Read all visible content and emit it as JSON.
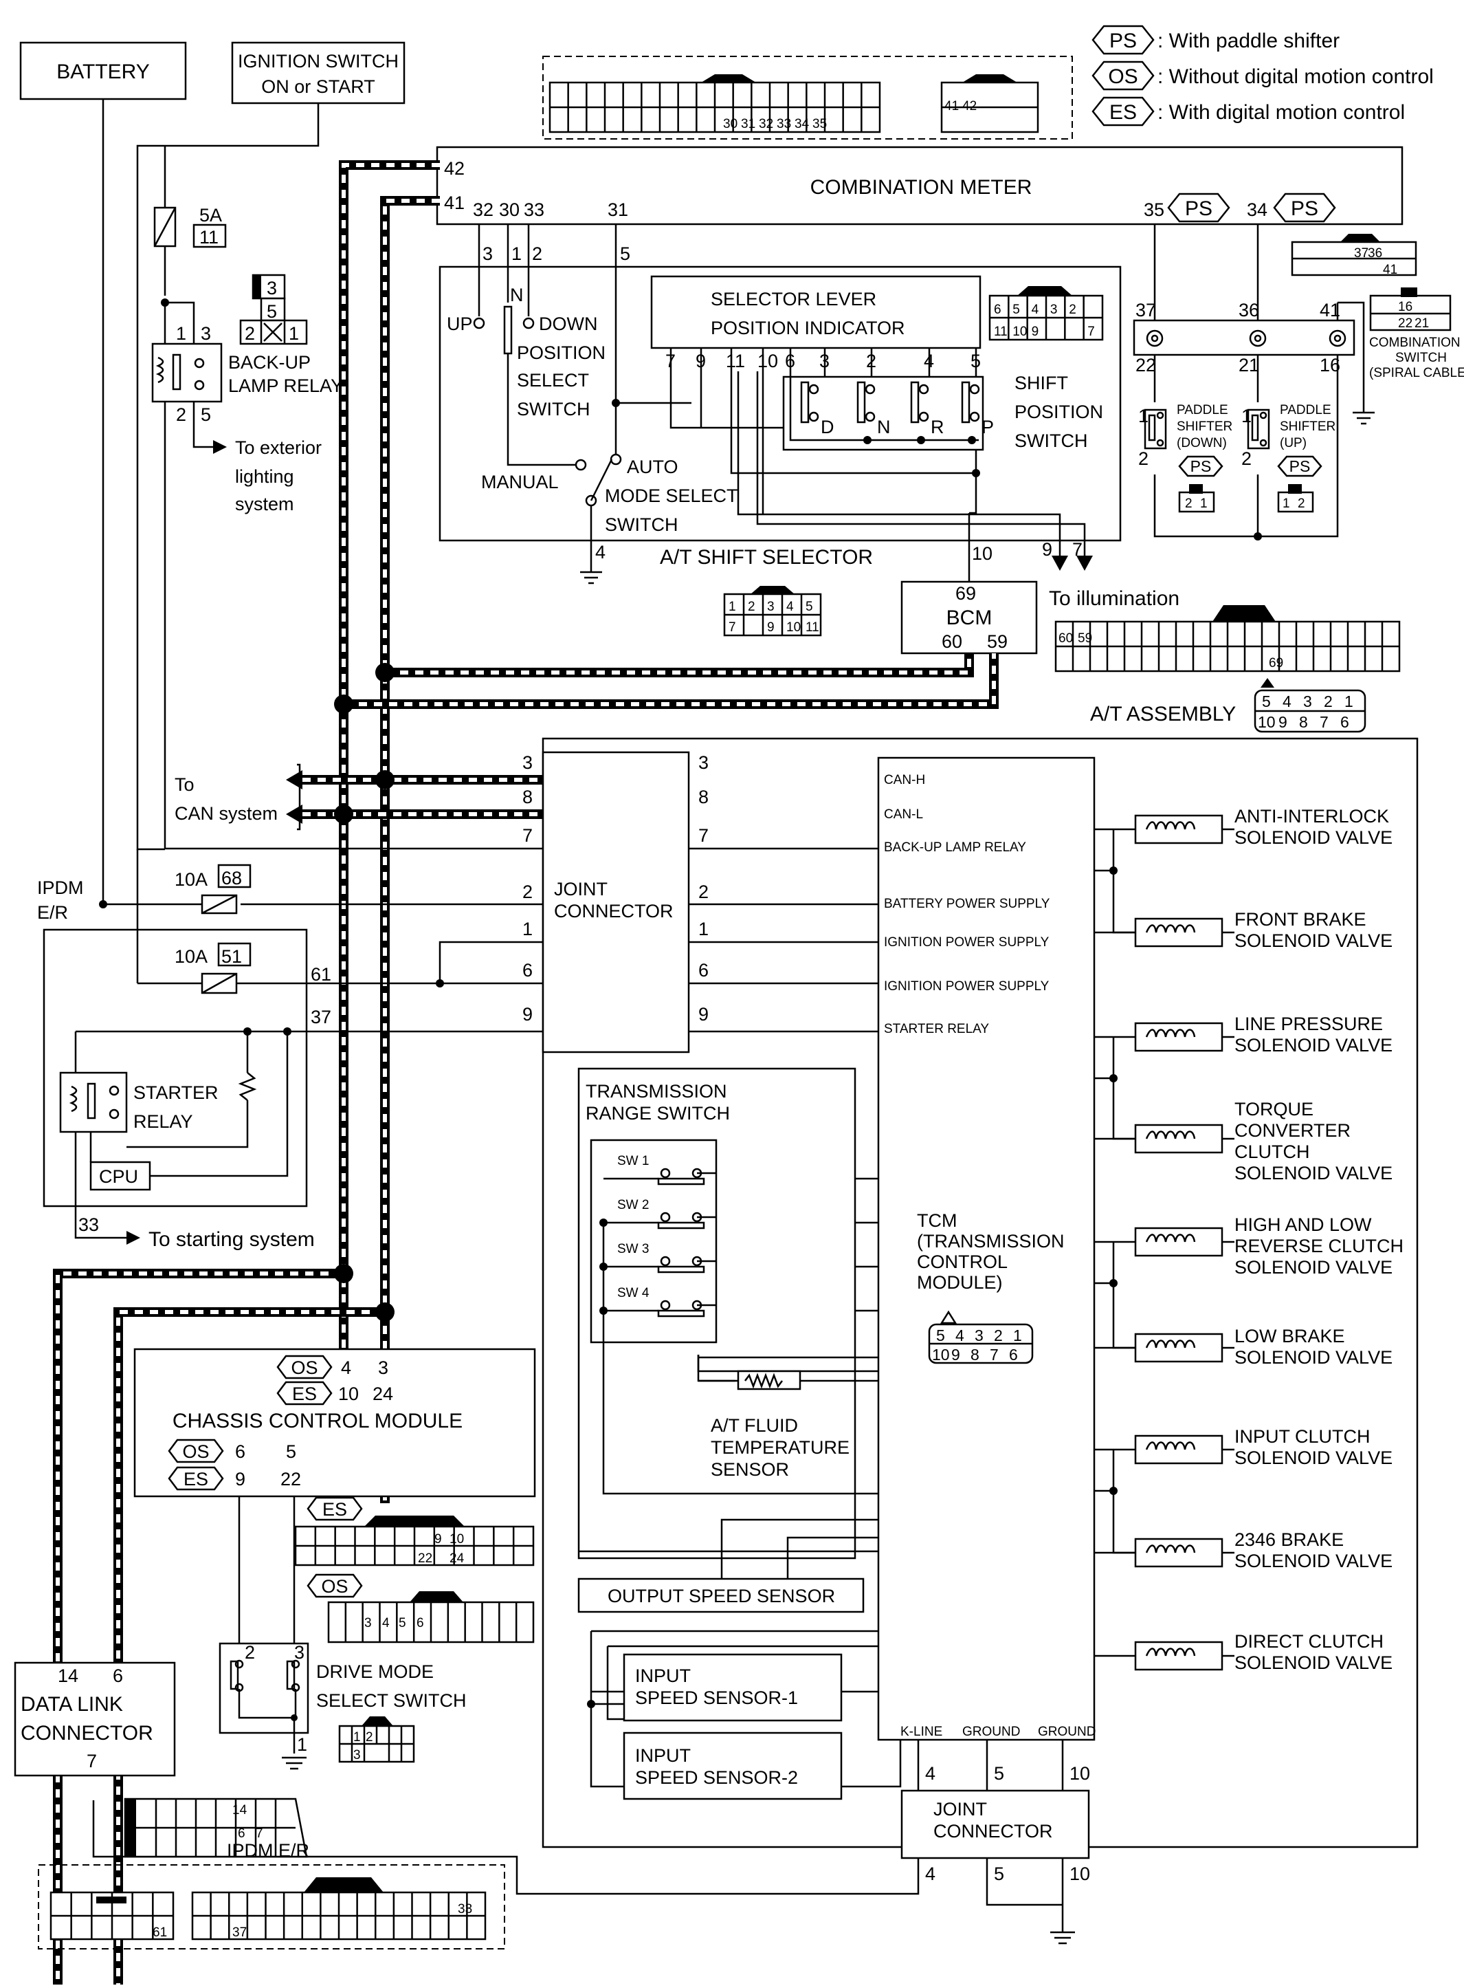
{
  "legend": [
    {
      "code": "PS",
      "text": ": With paddle shifter"
    },
    {
      "code": "OS",
      "text": ": Without digital motion control"
    },
    {
      "code": "ES",
      "text": ": With digital motion control"
    }
  ],
  "components": {
    "battery": "BATTERY",
    "ignition_switch": [
      "IGNITION SWITCH",
      "ON or START"
    ],
    "fuse_5a": "5A",
    "fuse_5a_no": "11",
    "backup_relay": [
      "BACK-UP",
      "LAMP RELAY"
    ],
    "to_exterior": [
      "To exterior",
      "lighting",
      "system"
    ],
    "combination_meter": "COMBINATION METER",
    "selector_indicator": [
      "SELECTOR LEVER",
      "POSITION INDICATOR"
    ],
    "up": "UP",
    "n": "N",
    "down": "DOWN",
    "position_select": [
      "POSITION",
      "SELECT",
      "SWITCH"
    ],
    "shift_position": [
      "SHIFT",
      "POSITION",
      "SWITCH"
    ],
    "manual": "MANUAL",
    "auto_mode": [
      "AUTO",
      "MODE SELECT",
      "SWITCH"
    ],
    "at_shift_selector": "A/T SHIFT SELECTOR",
    "bcm": "BCM",
    "to_illumination": "To illumination",
    "at_assembly": "A/T ASSEMBLY",
    "combination_switch": [
      "COMBINATION",
      "SWITCH",
      "(SPIRAL CABLE)"
    ],
    "paddle_down": [
      "PADDLE",
      "SHIFTER",
      "(DOWN)"
    ],
    "paddle_up": [
      "PADDLE",
      "SHIFTER",
      "(UP)"
    ],
    "to_can": [
      "To",
      "CAN system"
    ],
    "ipdm": [
      "IPDM",
      "E/R"
    ],
    "fuse_10a": "10A",
    "fuse_68": "68",
    "fuse_51": "51",
    "starter_relay": [
      "STARTER",
      "RELAY"
    ],
    "cpu": "CPU",
    "to_starting": "To starting system",
    "joint_connector": [
      "JOINT",
      "CONNECTOR"
    ],
    "chassis_control": "CHASSIS CONTROL MODULE",
    "drive_mode": [
      "DRIVE MODE",
      "SELECT SWITCH"
    ],
    "data_link": [
      "DATA LINK",
      "CONNECTOR"
    ],
    "trs": [
      "TRANSMISSION",
      "RANGE SWITCH"
    ],
    "sw": [
      "SW 1",
      "SW 2",
      "SW 3",
      "SW 4"
    ],
    "fluid_temp": [
      "A/T FLUID",
      "TEMPERATURE",
      "SENSOR"
    ],
    "output_speed": "OUTPUT SPEED SENSOR",
    "input_speed1": [
      "INPUT",
      "SPEED SENSOR-1"
    ],
    "input_speed2": [
      "INPUT",
      "SPEED SENSOR-2"
    ],
    "tcm": [
      "TCM",
      "(TRANSMISSION",
      "CONTROL",
      "MODULE)"
    ],
    "ipdm_er_bottom": "IPDM E/R",
    "tcm_pins": [
      "CAN-H",
      "CAN-L",
      "BACK-UP LAMP RELAY",
      "BATTERY POWER SUPPLY",
      "IGNITION POWER SUPPLY",
      "IGNITION POWER SUPPLY",
      "STARTER RELAY"
    ],
    "tcm_bottom": [
      "K-LINE",
      "GROUND",
      "GROUND"
    ],
    "solenoids": [
      [
        "ANTI-INTERLOCK",
        "SOLENOID VALVE"
      ],
      [
        "FRONT BRAKE",
        "SOLENOID VALVE"
      ],
      [
        "LINE PRESSURE",
        "SOLENOID VALVE"
      ],
      [
        "TORQUE",
        "CONVERTER",
        "CLUTCH",
        "SOLENOID VALVE"
      ],
      [
        "HIGH AND LOW",
        "REVERSE CLUTCH",
        "SOLENOID VALVE"
      ],
      [
        "LOW BRAKE",
        "SOLENOID VALVE"
      ],
      [
        "INPUT CLUTCH",
        "SOLENOID VALVE"
      ],
      [
        "2346 BRAKE",
        "SOLENOID VALVE"
      ],
      [
        "DIRECT CLUTCH",
        "SOLENOID VALVE"
      ]
    ],
    "gears": [
      "D",
      "N",
      "R",
      "P"
    ]
  },
  "pins": {
    "meter_42": "42",
    "meter_41": "41",
    "meter_32": "32",
    "meter_30": "30",
    "meter_33": "33",
    "meter_31": "31",
    "meter_35": "35",
    "meter_34": "34",
    "sel_3": "3",
    "sel_1": "1",
    "sel_2": "2",
    "sel_5": "5",
    "sel_4": "4",
    "sp": [
      "7",
      "9",
      "11",
      "10",
      "6",
      "3",
      "2",
      "4",
      "5"
    ],
    "sel_10": "10",
    "illum_9": "9",
    "illum_7": "7",
    "bcm_69": "69",
    "bcm_60": "60",
    "bcm_59": "59",
    "relay_1": "1",
    "relay_3": "3",
    "relay_2": "2",
    "relay_5": "5",
    "cs_37": "37",
    "cs_36": "36",
    "cs_41": "41",
    "cs_22": "22",
    "cs_21": "21",
    "cs_16": "16",
    "pd_1": "1",
    "pd_2": "2",
    "pu_1": "1",
    "pu_2": "2",
    "jc_left": [
      "3",
      "8",
      "7",
      "2",
      "1",
      "6",
      "9"
    ],
    "jc_right": [
      "3",
      "8",
      "7",
      "2",
      "1",
      "6",
      "9"
    ],
    "ipdm_61": "61",
    "ipdm_37": "37",
    "ipdm_33": "33",
    "ccm_os_a": "4",
    "ccm_os_b": "3",
    "ccm_es_a": "10",
    "ccm_es_b": "24",
    "ccm_os_c": "6",
    "ccm_os_d": "5",
    "ccm_es_c": "9",
    "ccm_es_d": "22",
    "dm_2": "2",
    "dm_3": "3",
    "dm_1": "1",
    "dlc_14": "14",
    "dlc_6": "6",
    "dlc_7": "7",
    "tcm_4": "4",
    "tcm_5": "5",
    "tcm_10": "10",
    "jc2_4": "4",
    "jc2_5": "5",
    "jc2_10": "10"
  },
  "connectors": {
    "meter_top_a": [
      "30",
      "31",
      "32",
      "33",
      "34",
      "35"
    ],
    "meter_top_b": [
      "41",
      "42"
    ],
    "sel_conn": [
      [
        "6",
        "5",
        "4",
        "3",
        "2",
        ""
      ],
      [
        "11",
        "10",
        "9",
        "",
        "7"
      ]
    ],
    "sel_conn2": [
      [
        "1",
        "2",
        "3",
        "4",
        "5"
      ],
      [
        "7",
        "",
        "9",
        "10",
        "11"
      ]
    ],
    "cs_conn_a": [
      "37",
      "36"
    ],
    "cs_conn_b": [
      "41"
    ],
    "cs_conn_c": [
      "16"
    ],
    "cs_conn_d": [
      "22",
      "21"
    ],
    "pad": [
      "2",
      "1"
    ],
    "padu": [
      "1",
      "2"
    ],
    "bcm_conn": [
      "60",
      "59",
      "69"
    ],
    "at_asm_pins_top": [
      "5",
      "4",
      "3",
      "2",
      "1"
    ],
    "at_asm_pins_bot": [
      "10",
      "9",
      "8",
      "7",
      "6"
    ],
    "relay_conn": [
      "3",
      "5",
      "2",
      "1"
    ],
    "ccm_es_conn": [
      "9",
      "10",
      "22",
      "24"
    ],
    "ccm_os_conn": [
      "3",
      "4",
      "5",
      "6"
    ],
    "dm_conn": [
      "1",
      "2",
      "3"
    ],
    "dlc_conn": [
      "14",
      "6",
      "7"
    ],
    "ipdm_conn_a": [
      "61"
    ],
    "ipdm_conn_b": [
      "37",
      "33"
    ]
  }
}
